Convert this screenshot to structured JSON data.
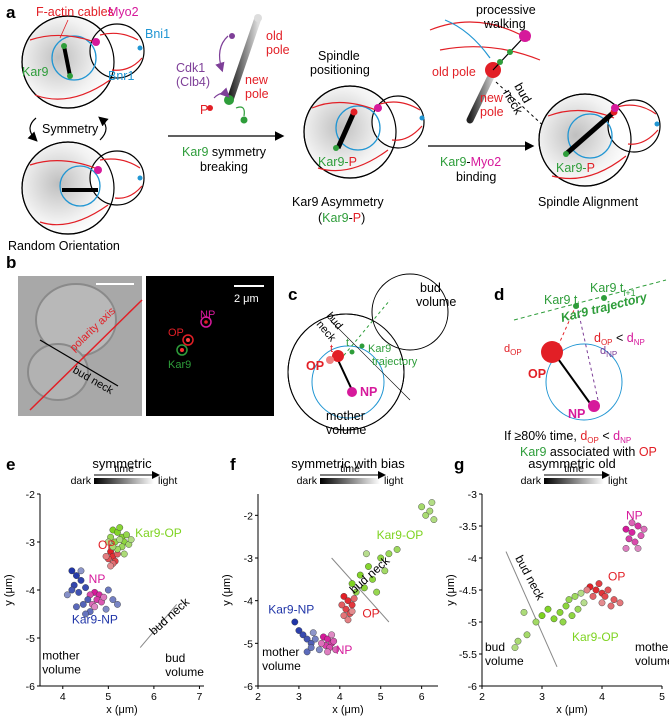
{
  "panel_letters": {
    "a": "a",
    "b": "b",
    "c": "c",
    "d": "d",
    "e": "e",
    "f": "f",
    "g": "g"
  },
  "colors": {
    "red": "#e21f26",
    "green": "#2e9d3a",
    "magenta": "#d6199b",
    "blue": "#2196d3",
    "purple": "#7e3f98",
    "dark_blue": "#2035a8",
    "lime": "#7ed321",
    "black": "#000000"
  },
  "panel_a": {
    "f_actin": "F-actin cables",
    "myo2": "Myo2",
    "bni1": "Bni1",
    "bnr1": "Bnr1",
    "kar9": "Kar9",
    "symmetry": "Symmetry",
    "random_orientation": "Random Orientation",
    "old_pole": "old\npole",
    "new_pole": "new\npole",
    "cdk1": "Cdk1",
    "clb4": "(Clb4)",
    "p": "P",
    "symbreak_kar9": "Kar9",
    "symbreak_rest": " symmetry",
    "symbreak_line2": "breaking",
    "spindle_positioning_1": "Spindle",
    "spindle_positioning_2": "positioning",
    "kar9_p_kar9": "Kar9",
    "kar9_p_dash": "-",
    "kar9_p_p": "P",
    "asym_title": "Kar9 Asymmetry",
    "asym_sub_open": "(",
    "asym_sub_kar9": "Kar9",
    "asym_sub_dash": "-",
    "asym_sub_p": "P",
    "asym_sub_close": ")",
    "processive_1": "processive",
    "processive_2": "walking",
    "old_pole_3": "old pole",
    "new_pole_3": "new\npole",
    "bud_neck": "bud\nneck",
    "binding_kar9": "Kar9",
    "binding_dash": "-",
    "binding_myo2": "Myo2",
    "binding_2": "binding",
    "final_kar9": "Kar9",
    "final_dash": "-",
    "final_p": "P",
    "spindle_alignment": "Spindle Alignment"
  },
  "panel_b": {
    "polarity_axis": "polarity axis",
    "bud_neck": "bud neck",
    "scale": "2 μm",
    "op": "OP",
    "np": "NP",
    "kar9": "Kar9"
  },
  "panel_c": {
    "bud_neck": "bud\nneck",
    "bud_volume": "bud\nvolume",
    "kar9_trajectory": "Kar9\ntrajectory",
    "op": "OP",
    "np": "NP",
    "mother_volume": "mother\nvolume",
    "t": "t"
  },
  "panel_d": {
    "kar9_ti1": "Kar9 t",
    "kar9_ti1_sub": "i+1",
    "kar9_ti": "Kar9 t",
    "kar9_ti_sub": "i",
    "trajectory": "Kar9 trajectory",
    "d": "d",
    "op_sub": "OP",
    "np_sub": "NP",
    "lt": " < ",
    "op": "OP",
    "np": "NP",
    "rule_1a": "If ≥80% time, ",
    "rule_2a": "Kar9",
    "rule_2b": " associated with ",
    "rule_2c": "OP"
  },
  "plots_common": {
    "time": "time",
    "dark": "dark",
    "light": "light",
    "xlabel": "x (μm)",
    "ylabel": "y (μm)"
  },
  "chart_data": [
    {
      "type": "scatter",
      "title": "symmetric",
      "xlabel": "x (μm)",
      "ylabel": "y (μm)",
      "xlim": [
        3.5,
        7.1
      ],
      "ylim": [
        -6,
        -2
      ],
      "xticks": [
        4,
        5,
        6,
        7
      ],
      "yticks": [
        -2,
        -3,
        -4,
        -5,
        -6
      ],
      "annotations": {
        "op": "OP",
        "kar9_op": "Kar9-OP",
        "np": "NP",
        "kar9_np": "Kar9-NP",
        "bud_neck": "bud neck",
        "mother": "mother\nvolume",
        "bud": "bud\nvolume"
      },
      "bud_neck_line": [
        [
          5.7,
          -5.2
        ],
        [
          6.5,
          -4.3
        ]
      ],
      "series": [
        {
          "label": "OP",
          "points": [
            [
              5.05,
              -3.2
            ],
            [
              5.1,
              -3.3
            ],
            [
              5.15,
              -3.4
            ],
            [
              5.0,
              -3.35
            ],
            [
              5.2,
              -3.25
            ],
            [
              5.1,
              -3.45
            ],
            [
              4.95,
              -3.3
            ],
            [
              5.05,
              -3.5
            ]
          ]
        },
        {
          "label": "Kar9-OP",
          "points": [
            [
              5.1,
              -2.75
            ],
            [
              5.2,
              -2.8
            ],
            [
              5.3,
              -2.9
            ],
            [
              5.25,
              -2.7
            ],
            [
              5.35,
              -3.0
            ],
            [
              5.15,
              -3.0
            ],
            [
              5.4,
              -2.85
            ],
            [
              5.05,
              -2.9
            ],
            [
              5.3,
              -3.1
            ],
            [
              5.2,
              -3.15
            ],
            [
              5.45,
              -3.05
            ],
            [
              5.1,
              -3.1
            ],
            [
              5.35,
              -3.25
            ],
            [
              5.25,
              -2.95
            ],
            [
              5.5,
              -2.95
            ],
            [
              5.0,
              -3.0
            ]
          ]
        },
        {
          "label": "NP",
          "points": [
            [
              4.7,
              -4.05
            ],
            [
              4.8,
              -4.1
            ],
            [
              4.75,
              -4.2
            ],
            [
              4.6,
              -4.1
            ],
            [
              4.85,
              -4.25
            ],
            [
              4.65,
              -4.3
            ],
            [
              4.9,
              -4.15
            ],
            [
              4.7,
              -4.35
            ]
          ]
        },
        {
          "label": "Kar9-NP",
          "points": [
            [
              4.2,
              -3.6
            ],
            [
              4.3,
              -3.7
            ],
            [
              4.4,
              -3.8
            ],
            [
              4.25,
              -3.9
            ],
            [
              4.5,
              -3.95
            ],
            [
              4.35,
              -4.05
            ],
            [
              4.2,
              -4.0
            ],
            [
              4.55,
              -4.2
            ],
            [
              4.45,
              -4.3
            ],
            [
              4.3,
              -4.35
            ],
            [
              4.6,
              -4.45
            ],
            [
              4.5,
              -4.5
            ],
            [
              5.0,
              -4.0
            ],
            [
              5.1,
              -4.2
            ],
            [
              5.2,
              -4.3
            ],
            [
              4.95,
              -4.4
            ],
            [
              4.1,
              -4.1
            ],
            [
              4.4,
              -3.6
            ]
          ]
        }
      ]
    },
    {
      "type": "scatter",
      "title": "symmetric with bias",
      "xlabel": "x (μm)",
      "ylabel": "y (μm)",
      "xlim": [
        2,
        6.4
      ],
      "ylim": [
        -6,
        -1.5
      ],
      "xticks": [
        2,
        3,
        4,
        5,
        6
      ],
      "yticks": [
        -2,
        -3,
        -4,
        -5,
        -6
      ],
      "annotations": {
        "op": "OP",
        "kar9_op": "Kar9-OP",
        "np": "NP",
        "kar9_np": "Kar9-NP",
        "bud_neck": "bud neck",
        "mother": "mother\nvolume"
      },
      "bud_neck_line": [
        [
          3.8,
          -3.0
        ],
        [
          5.2,
          -4.5
        ]
      ],
      "series": [
        {
          "label": "OP",
          "points": [
            [
              4.1,
              -3.9
            ],
            [
              4.2,
              -4.0
            ],
            [
              4.3,
              -4.1
            ],
            [
              4.15,
              -4.2
            ],
            [
              4.25,
              -4.3
            ],
            [
              4.05,
              -4.1
            ],
            [
              4.35,
              -3.95
            ],
            [
              4.1,
              -4.35
            ],
            [
              4.2,
              -4.45
            ],
            [
              4.3,
              -4.25
            ]
          ]
        },
        {
          "label": "Kar9-OP",
          "points": [
            [
              4.3,
              -3.6
            ],
            [
              4.5,
              -3.4
            ],
            [
              4.7,
              -3.2
            ],
            [
              4.6,
              -3.7
            ],
            [
              4.8,
              -3.5
            ],
            [
              5.0,
              -3.0
            ],
            [
              4.4,
              -3.8
            ],
            [
              4.9,
              -3.8
            ],
            [
              5.2,
              -2.9
            ],
            [
              5.4,
              -2.8
            ],
            [
              5.1,
              -3.3
            ],
            [
              6.0,
              -1.8
            ],
            [
              6.1,
              -2.0
            ],
            [
              6.2,
              -1.9
            ],
            [
              6.3,
              -2.1
            ],
            [
              6.25,
              -1.7
            ],
            [
              4.65,
              -2.9
            ]
          ]
        },
        {
          "label": "NP",
          "points": [
            [
              3.6,
              -4.85
            ],
            [
              3.7,
              -4.9
            ],
            [
              3.8,
              -5.0
            ],
            [
              3.65,
              -5.05
            ],
            [
              3.75,
              -5.1
            ],
            [
              3.85,
              -4.95
            ],
            [
              3.9,
              -5.15
            ],
            [
              3.55,
              -5.0
            ],
            [
              3.7,
              -5.2
            ],
            [
              3.8,
              -4.8
            ]
          ]
        },
        {
          "label": "Kar9-NP",
          "points": [
            [
              2.9,
              -4.5
            ],
            [
              3.0,
              -4.7
            ],
            [
              3.1,
              -4.8
            ],
            [
              3.2,
              -4.9
            ],
            [
              3.3,
              -5.0
            ],
            [
              3.2,
              -5.2
            ],
            [
              3.3,
              -5.1
            ],
            [
              3.4,
              -4.9
            ],
            [
              3.5,
              -5.15
            ],
            [
              3.35,
              -4.75
            ]
          ]
        }
      ]
    },
    {
      "type": "scatter",
      "title": "asymmetric old",
      "xlabel": "x (μm)",
      "ylabel": "y (μm)",
      "xlim": [
        2,
        5
      ],
      "ylim": [
        -6,
        -3
      ],
      "xticks": [
        2,
        3,
        4,
        5
      ],
      "yticks": [
        -3,
        -3.5,
        -4,
        -4.5,
        -5,
        -5.5,
        -6
      ],
      "annotations": {
        "op": "OP",
        "kar9_op": "Kar9-OP",
        "np": "NP",
        "bud_neck": "bud neck",
        "mother": "mother\nvolume",
        "bud": "bud\nvolume"
      },
      "bud_neck_line": [
        [
          2.4,
          -3.9
        ],
        [
          3.25,
          -5.7
        ]
      ],
      "series": [
        {
          "label": "OP",
          "points": [
            [
              3.8,
              -4.45
            ],
            [
              3.9,
              -4.5
            ],
            [
              4.0,
              -4.55
            ],
            [
              3.95,
              -4.4
            ],
            [
              4.05,
              -4.6
            ],
            [
              4.1,
              -4.5
            ],
            [
              4.2,
              -4.65
            ],
            [
              3.85,
              -4.6
            ],
            [
              4.15,
              -4.75
            ],
            [
              4.3,
              -4.7
            ],
            [
              3.75,
              -4.5
            ],
            [
              4.0,
              -4.7
            ]
          ]
        },
        {
          "label": "Kar9-OP",
          "points": [
            [
              3.0,
              -4.9
            ],
            [
              3.1,
              -4.8
            ],
            [
              3.2,
              -4.95
            ],
            [
              3.3,
              -4.85
            ],
            [
              3.4,
              -4.75
            ],
            [
              3.5,
              -4.9
            ],
            [
              3.35,
              -5.0
            ],
            [
              3.45,
              -4.65
            ],
            [
              3.6,
              -4.8
            ],
            [
              3.55,
              -4.6
            ],
            [
              2.9,
              -5.0
            ],
            [
              2.75,
              -5.2
            ],
            [
              2.6,
              -5.3
            ],
            [
              2.7,
              -4.85
            ],
            [
              2.55,
              -5.4
            ],
            [
              3.65,
              -4.55
            ],
            [
              3.7,
              -4.7
            ]
          ]
        },
        {
          "label": "NP",
          "points": [
            [
              4.4,
              -3.55
            ],
            [
              4.5,
              -3.6
            ],
            [
              4.6,
              -3.5
            ],
            [
              4.45,
              -3.7
            ],
            [
              4.55,
              -3.75
            ],
            [
              4.65,
              -3.65
            ],
            [
              4.5,
              -3.45
            ],
            [
              4.7,
              -3.55
            ],
            [
              4.4,
              -3.85
            ],
            [
              4.6,
              -3.85
            ]
          ]
        }
      ]
    }
  ]
}
